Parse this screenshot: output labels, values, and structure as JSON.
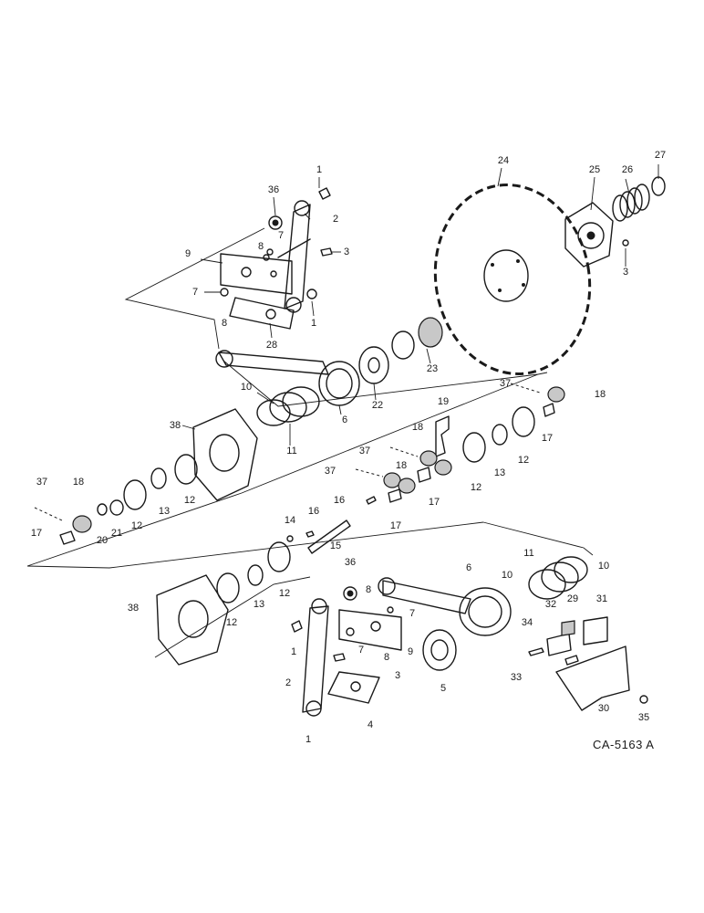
{
  "drawing_code": "CA-5163 A",
  "callouts": [
    {
      "id": "c1a",
      "n": "1"
    },
    {
      "id": "c36a",
      "n": "36"
    },
    {
      "id": "c2a",
      "n": "2"
    },
    {
      "id": "c7a",
      "n": "7"
    },
    {
      "id": "c8a",
      "n": "8"
    },
    {
      "id": "c9a",
      "n": "9"
    },
    {
      "id": "c3a",
      "n": "3"
    },
    {
      "id": "c7b",
      "n": "7"
    },
    {
      "id": "c8b",
      "n": "8"
    },
    {
      "id": "c1b",
      "n": "1"
    },
    {
      "id": "c28",
      "n": "28"
    },
    {
      "id": "c24",
      "n": "24"
    },
    {
      "id": "c25",
      "n": "25"
    },
    {
      "id": "c26",
      "n": "26"
    },
    {
      "id": "c27",
      "n": "27"
    },
    {
      "id": "c3b",
      "n": "3"
    },
    {
      "id": "c23",
      "n": "23"
    },
    {
      "id": "c22",
      "n": "22"
    },
    {
      "id": "c10a",
      "n": "10"
    },
    {
      "id": "c6a",
      "n": "6"
    },
    {
      "id": "c11a",
      "n": "11"
    },
    {
      "id": "c38a",
      "n": "38"
    },
    {
      "id": "c37a",
      "n": "37"
    },
    {
      "id": "c18a",
      "n": "18"
    },
    {
      "id": "c17a",
      "n": "17"
    },
    {
      "id": "c19",
      "n": "19"
    },
    {
      "id": "c18b",
      "n": "18"
    },
    {
      "id": "c37b",
      "n": "37"
    },
    {
      "id": "c12a",
      "n": "12"
    },
    {
      "id": "c13a",
      "n": "13"
    },
    {
      "id": "c12b",
      "n": "12"
    },
    {
      "id": "c37c",
      "n": "37"
    },
    {
      "id": "c18c",
      "n": "18"
    },
    {
      "id": "c17b",
      "n": "17"
    },
    {
      "id": "c16a",
      "n": "16"
    },
    {
      "id": "c17c",
      "n": "17"
    },
    {
      "id": "c37d",
      "n": "37"
    },
    {
      "id": "c18d",
      "n": "18"
    },
    {
      "id": "c17d",
      "n": "17"
    },
    {
      "id": "c20",
      "n": "20"
    },
    {
      "id": "c21",
      "n": "21"
    },
    {
      "id": "c12c",
      "n": "12"
    },
    {
      "id": "c13b",
      "n": "13"
    },
    {
      "id": "c12d",
      "n": "12"
    },
    {
      "id": "c14",
      "n": "14"
    },
    {
      "id": "c16b",
      "n": "16"
    },
    {
      "id": "c15",
      "n": "15"
    },
    {
      "id": "c11b",
      "n": "11"
    },
    {
      "id": "c10b",
      "n": "10"
    },
    {
      "id": "c10c",
      "n": "10"
    },
    {
      "id": "c6b",
      "n": "6"
    },
    {
      "id": "c36b",
      "n": "36"
    },
    {
      "id": "c8c",
      "n": "8"
    },
    {
      "id": "c7c",
      "n": "7"
    },
    {
      "id": "c38b",
      "n": "38"
    },
    {
      "id": "c12e",
      "n": "12"
    },
    {
      "id": "c13c",
      "n": "13"
    },
    {
      "id": "c12f",
      "n": "12"
    },
    {
      "id": "c1c",
      "n": "1"
    },
    {
      "id": "c7d",
      "n": "7"
    },
    {
      "id": "c8d",
      "n": "8"
    },
    {
      "id": "c9b",
      "n": "9"
    },
    {
      "id": "c2b",
      "n": "2"
    },
    {
      "id": "c3c",
      "n": "3"
    },
    {
      "id": "c4",
      "n": "4"
    },
    {
      "id": "c1d",
      "n": "1"
    },
    {
      "id": "c5",
      "n": "5"
    },
    {
      "id": "c32",
      "n": "32"
    },
    {
      "id": "c29",
      "n": "29"
    },
    {
      "id": "c31",
      "n": "31"
    },
    {
      "id": "c34",
      "n": "34"
    },
    {
      "id": "c33",
      "n": "33"
    },
    {
      "id": "c30",
      "n": "30"
    },
    {
      "id": "c35",
      "n": "35"
    }
  ]
}
